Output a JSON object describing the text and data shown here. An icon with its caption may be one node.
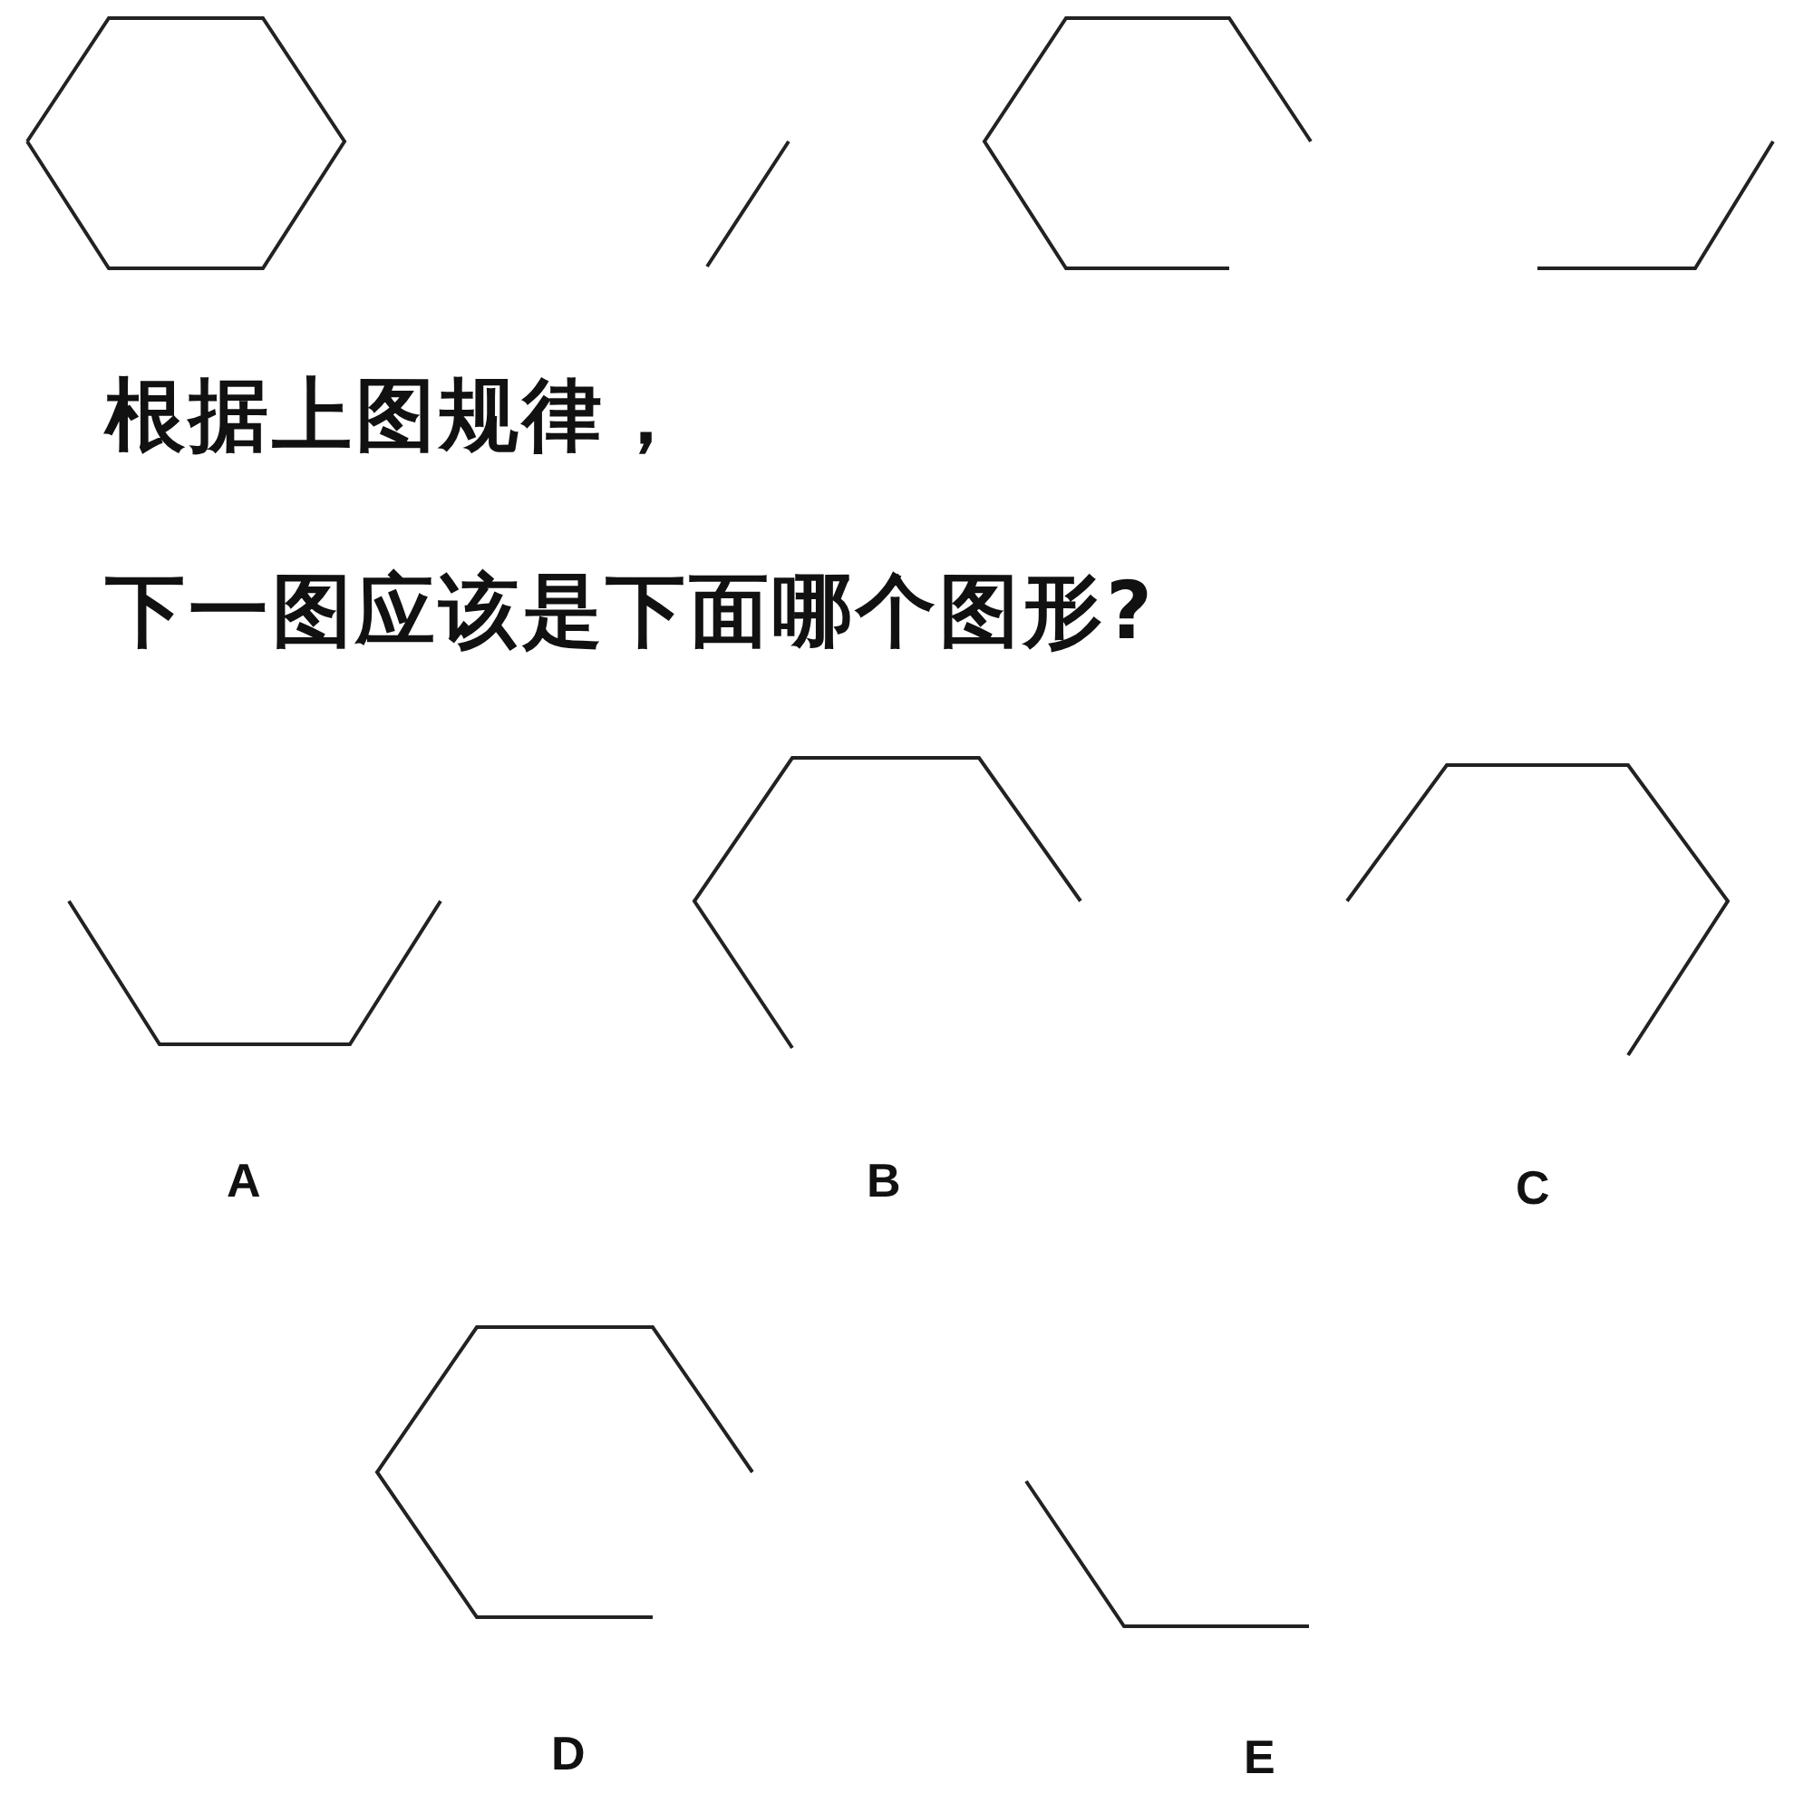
{
  "diagram": {
    "labels": [
      "根据上图规律，",
      "下一图应该是下面哪个图形?",
      "A",
      "B",
      "C",
      "D",
      "E"
    ]
  }
}
